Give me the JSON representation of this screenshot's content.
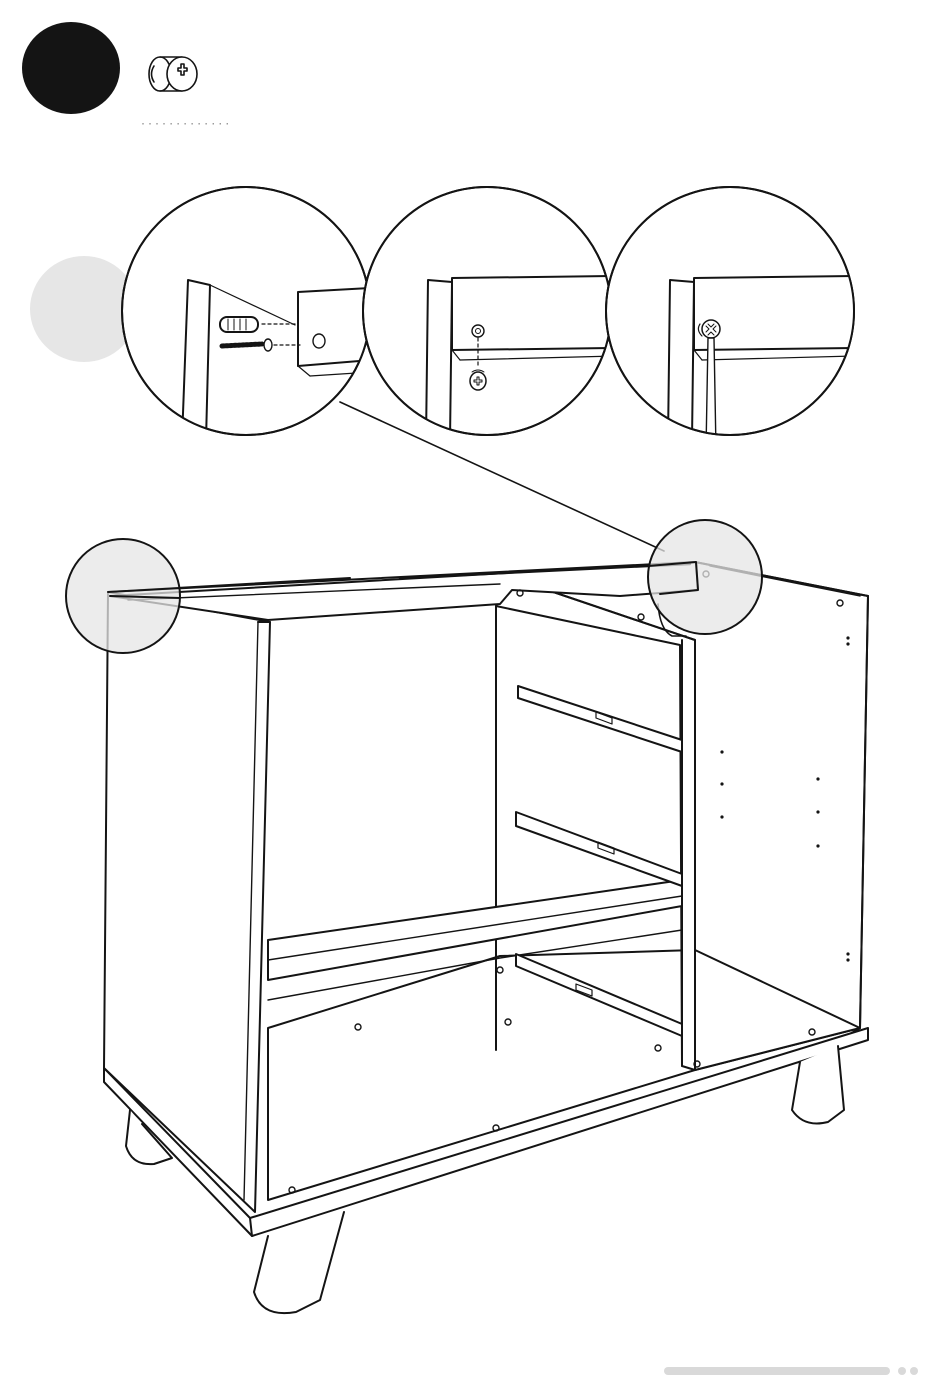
{
  "step": {
    "number": ""
  },
  "hardware": {
    "icon": "cam-lock-fitting-icon",
    "quantity": ""
  },
  "detail": {
    "label": ""
  },
  "colors": {
    "ink": "#141414",
    "badge_dark": "#141414",
    "highlight": "#e6e6e6",
    "progress": "#d9d9d9"
  },
  "panels": [
    {
      "name": "insert-cam-dowel",
      "icons": [
        "cam-dowel-icon",
        "wood-screw-icon"
      ]
    },
    {
      "name": "fit-cam-lock",
      "icons": [
        "cam-lock-icon"
      ]
    },
    {
      "name": "tighten-cam-lock",
      "icons": [
        "screwdriver-icon"
      ]
    }
  ],
  "footer": {
    "progress_icon": "page-progress-icon"
  }
}
